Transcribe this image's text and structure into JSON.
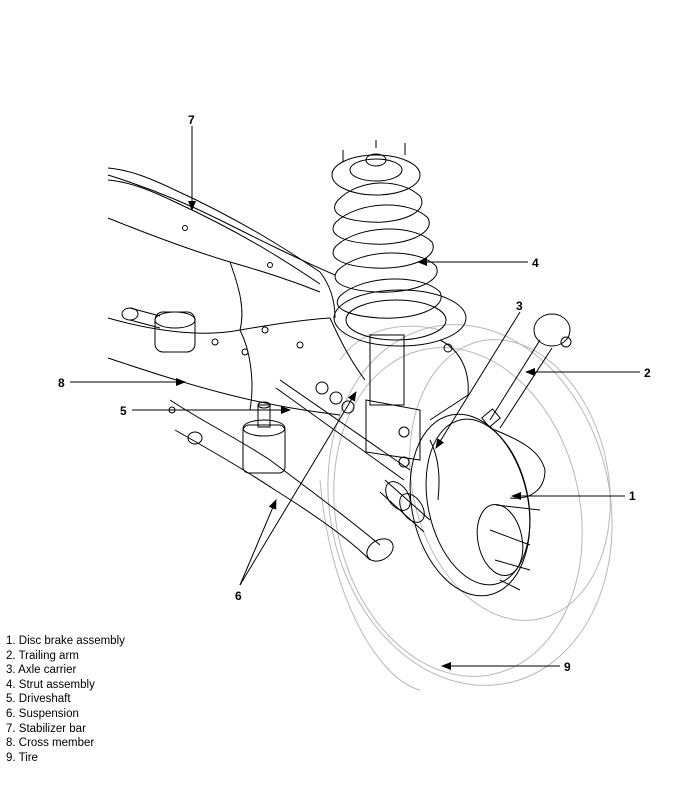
{
  "callouts": [
    "1",
    "2",
    "3",
    "4",
    "5",
    "6",
    "7",
    "8",
    "9"
  ],
  "legend": [
    "1. Disc brake assembly",
    "2. Trailing arm",
    "3. Axle carrier",
    "4. Strut assembly",
    "5. Driveshaft",
    "6. Suspension",
    "7. Stabilizer bar",
    "8. Cross member",
    "9. Tire"
  ],
  "colors": {
    "line": "#000000",
    "tire_outline": "#b8b8b8"
  }
}
